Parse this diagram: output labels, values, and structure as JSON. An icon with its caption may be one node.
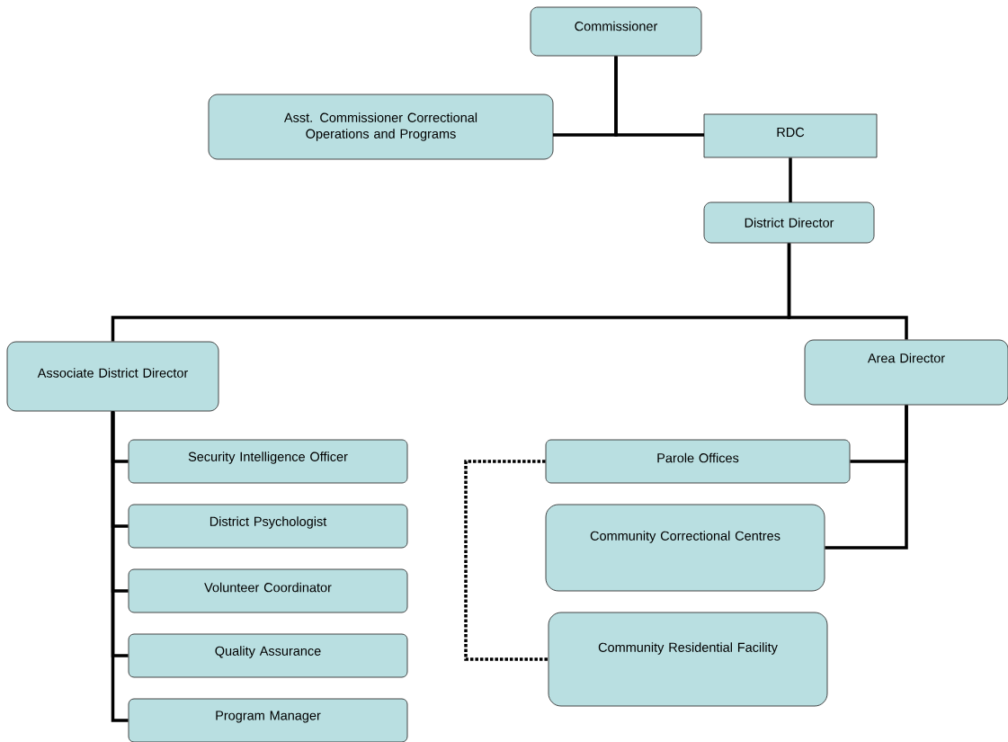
{
  "diagram": {
    "nodes": [
      {
        "text": [
          "Commissioner"
        ]
      },
      {
        "text": [
          "Asst. Commissioner Correctional Operations and Programs"
        ]
      },
      {
        "text": [
          "RDC"
        ]
      },
      {
        "text": [
          "District Director"
        ]
      },
      {
        "text": [
          "Associate District Director"
        ]
      },
      {
        "text": [
          "Area Director"
        ]
      },
      {
        "text": [
          "Security Intelligence Officer"
        ]
      },
      {
        "text": [
          "District Psychologist"
        ]
      },
      {
        "text": [
          "Volunteer Coordinator"
        ]
      },
      {
        "text": [
          "Quality Assurance"
        ]
      },
      {
        "text": [
          "Program Manager"
        ]
      },
      {
        "text": [
          "Parole Offices"
        ]
      },
      {
        "text": [
          "Community Correctional Centres"
        ]
      },
      {
        "text": [
          "Community Residential Facility"
        ]
      }
    ],
    "edges": [
      {
        "from": 0,
        "to": 1,
        "arrow": "none"
      },
      {
        "from": 0,
        "to": 2,
        "arrow": "none"
      },
      {
        "from": 2,
        "to": 3,
        "arrow": "none"
      },
      {
        "from": 3,
        "to": 4,
        "arrow": "none"
      },
      {
        "from": 3,
        "to": 5,
        "arrow": "none"
      },
      {
        "from": 4,
        "to": 6,
        "arrow": "none"
      },
      {
        "from": 4,
        "to": 7,
        "arrow": "none"
      },
      {
        "from": 4,
        "to": 8,
        "arrow": "none"
      },
      {
        "from": 4,
        "to": 9,
        "arrow": "none"
      },
      {
        "from": 4,
        "to": 10,
        "arrow": "none"
      },
      {
        "from": 5,
        "to": 11,
        "arrow": "none"
      },
      {
        "from": 5,
        "to": 12,
        "arrow": "none"
      },
      {
        "from": 11,
        "to": 13,
        "arrow": "none",
        "style": "dashed"
      }
    ]
  }
}
